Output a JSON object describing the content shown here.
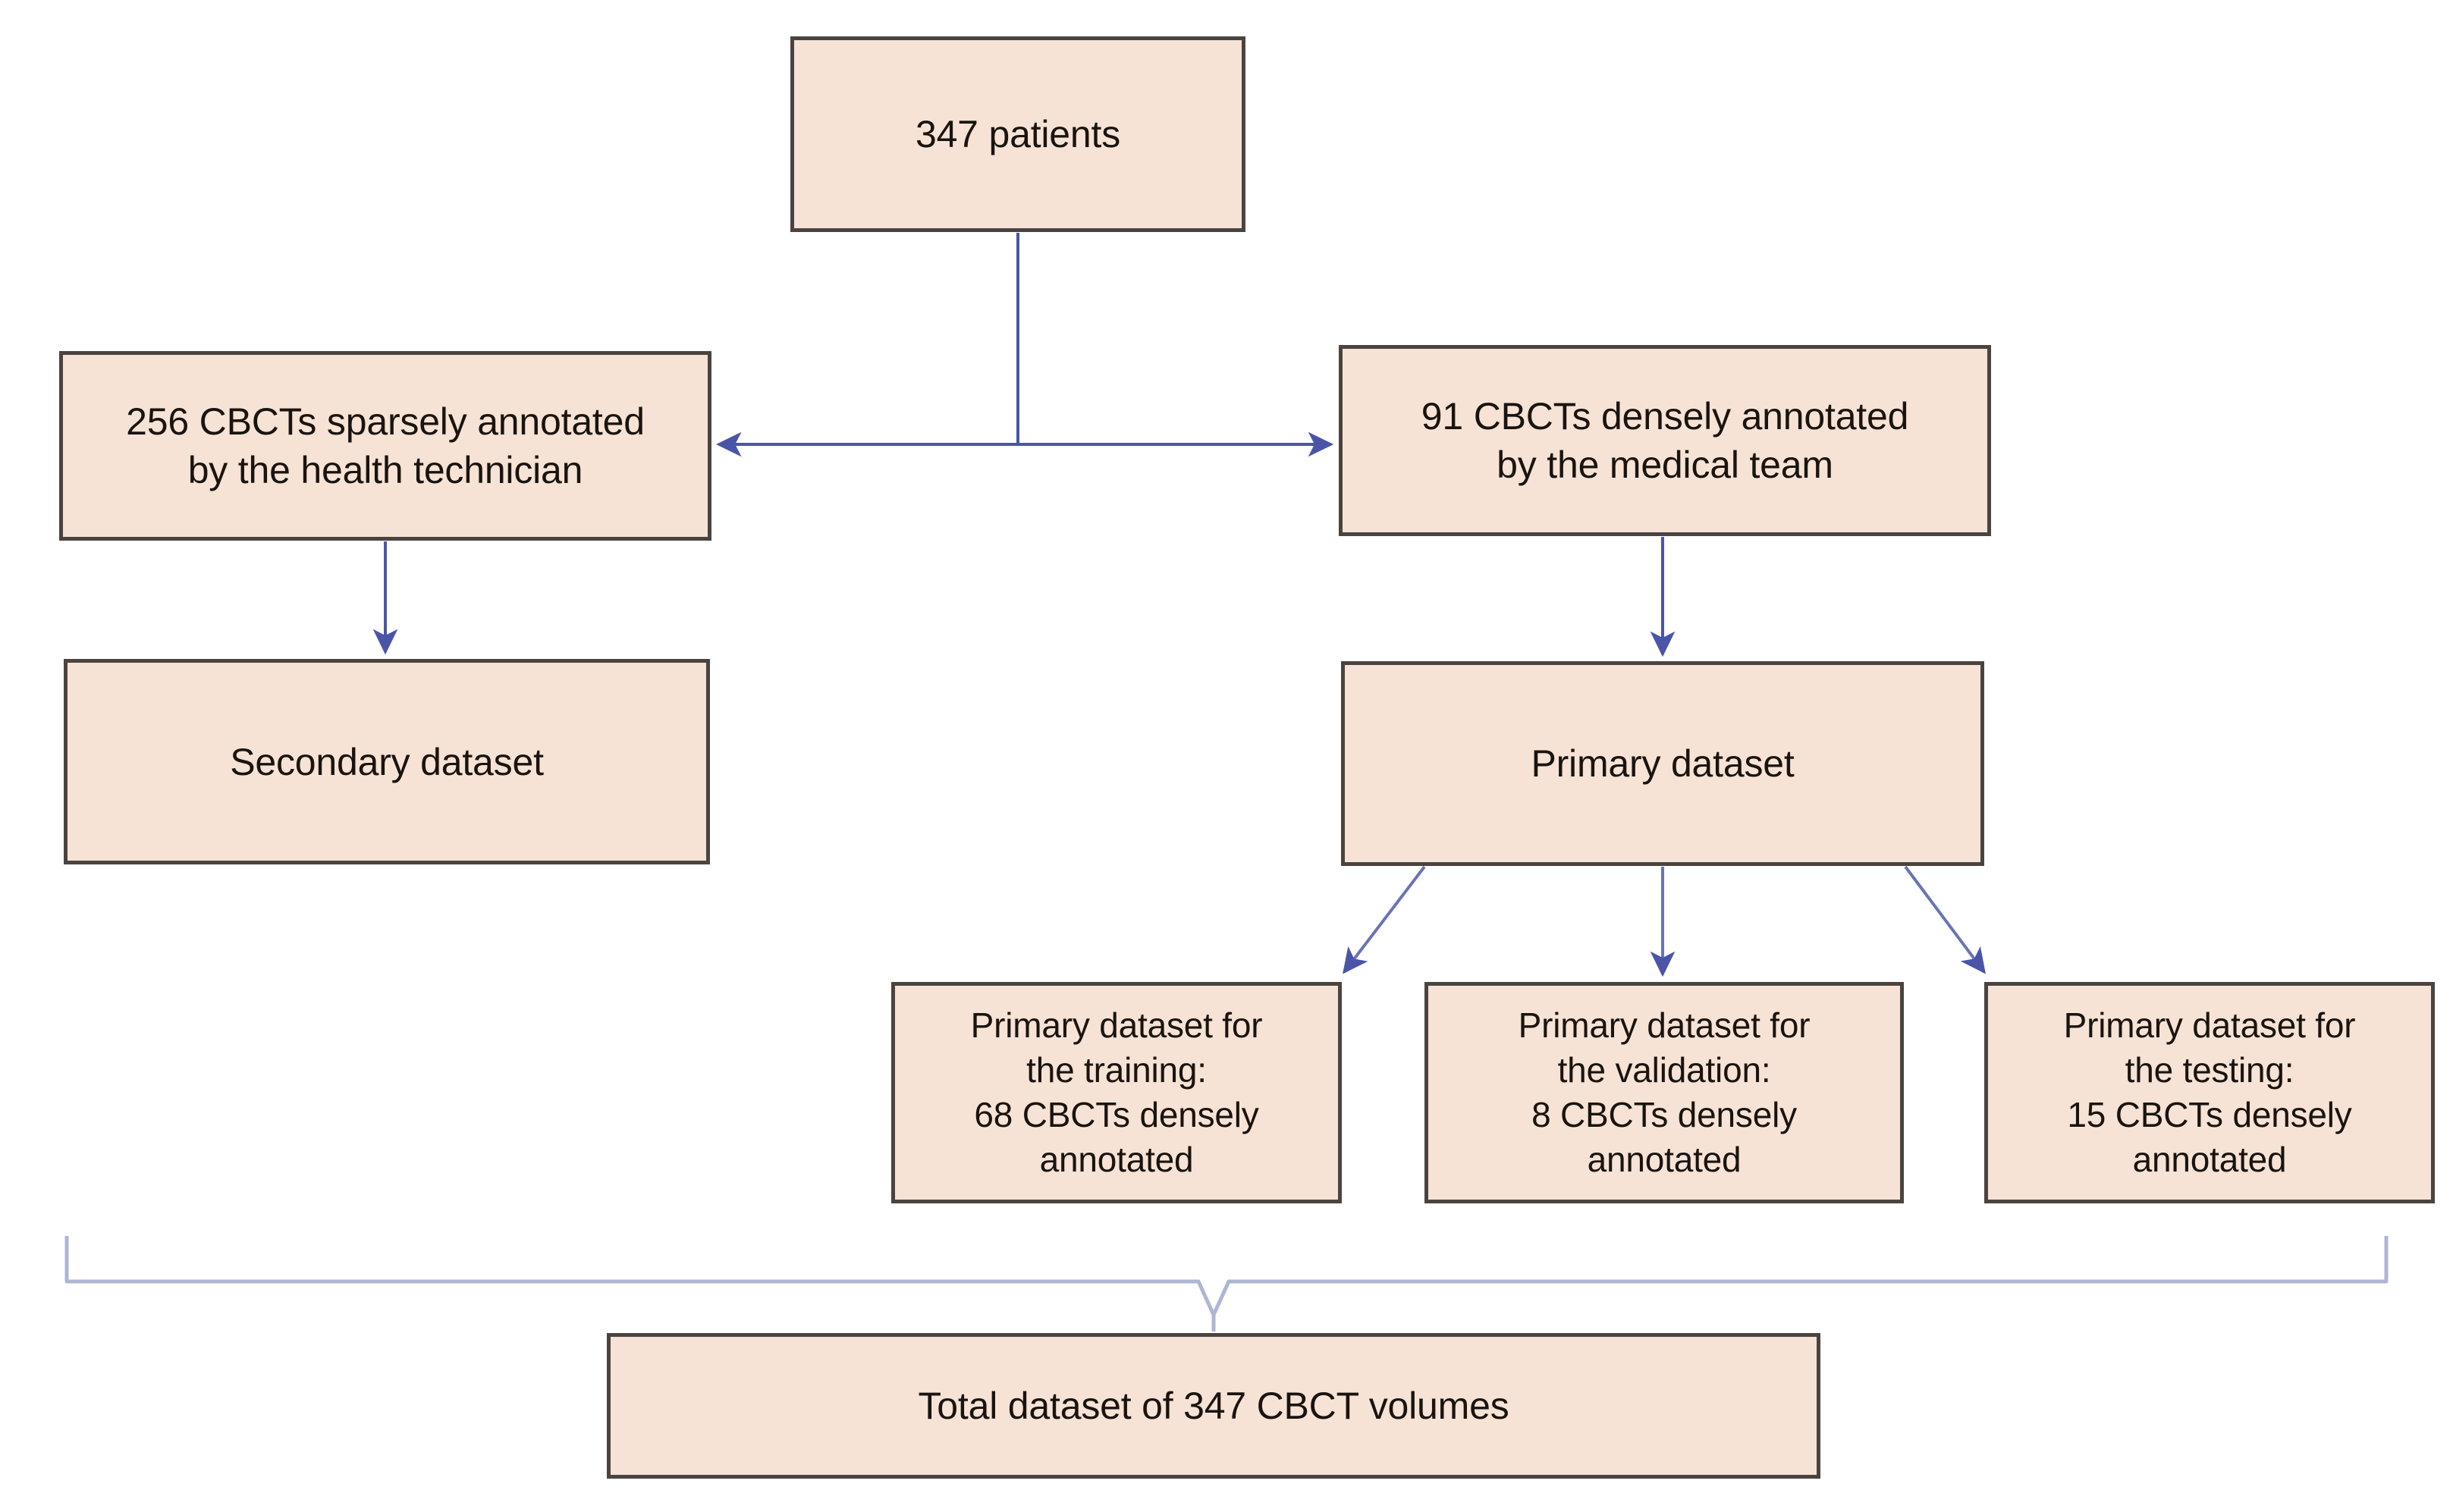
{
  "diagram": {
    "title": "CBCT dataset partition flowchart",
    "colors": {
      "node_fill": "#F6E3D5",
      "node_border": "#4A4440",
      "arrow": "#4A55A8",
      "bracket": "#AFB6D4",
      "background": "#FFFFFF",
      "text": "#1A1410"
    },
    "nodes": [
      {
        "id": "patients",
        "label": "347 patients"
      },
      {
        "id": "sparse",
        "label": "256 CBCTs sparsely annotated\nby the health technician"
      },
      {
        "id": "dense",
        "label": "91 CBCTs densely annotated\nby the medical team"
      },
      {
        "id": "secondary",
        "label": "Secondary dataset"
      },
      {
        "id": "primary",
        "label": "Primary dataset"
      },
      {
        "id": "training",
        "label": "Primary dataset for\nthe training:\n68 CBCTs densely\nannotated"
      },
      {
        "id": "validation",
        "label": "Primary dataset for\nthe validation:\n8 CBCTs densely\nannotated"
      },
      {
        "id": "testing",
        "label": "Primary dataset for\nthe testing:\n15 CBCTs densely\nannotated"
      },
      {
        "id": "total",
        "label": "Total dataset of 347 CBCT volumes"
      }
    ],
    "edges": [
      {
        "id": "patients-split",
        "from": "patients",
        "to": "sparse,dense",
        "style": "double-headed-horizontal"
      },
      {
        "id": "sparse-secondary",
        "from": "sparse",
        "to": "secondary",
        "style": "arrow-down"
      },
      {
        "id": "dense-primary",
        "from": "dense",
        "to": "primary",
        "style": "arrow-down"
      },
      {
        "id": "primary-training",
        "from": "primary",
        "to": "training",
        "style": "arrow-diagonal-left"
      },
      {
        "id": "primary-validation",
        "from": "primary",
        "to": "validation",
        "style": "arrow-down"
      },
      {
        "id": "primary-testing",
        "from": "primary",
        "to": "testing",
        "style": "arrow-diagonal-right"
      },
      {
        "id": "total-bracket",
        "from": "all",
        "to": "total",
        "style": "brace"
      }
    ]
  }
}
